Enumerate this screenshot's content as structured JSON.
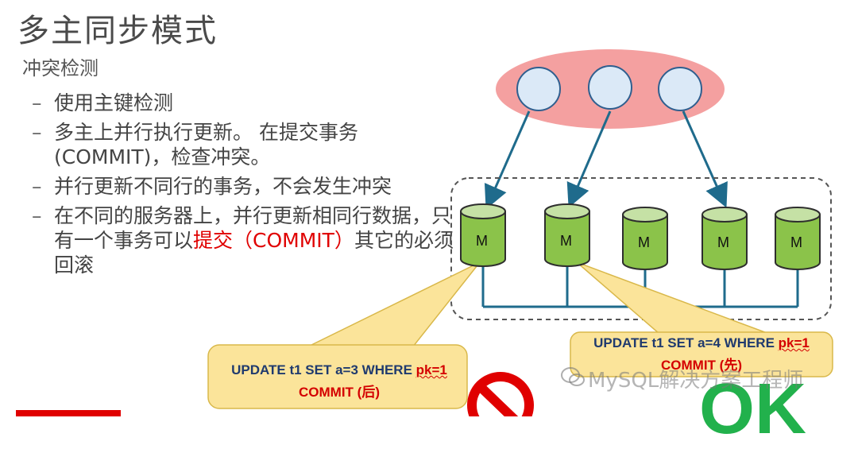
{
  "title": "多主同步模式",
  "subtitle": "冲突检测",
  "bullets": [
    {
      "text": "使用主键检测"
    },
    {
      "text": "多主上并行执行更新。 在提交事务(COMMIT)，检查冲突。"
    },
    {
      "text": "并行更新不同行的事务，不会发生冲突"
    },
    {
      "text_before": "在不同的服务器上，并行更新相同行数据，只有一个事务可以",
      "text_highlight": "提交（COMMIT）",
      "text_after": "其它的必须回滚"
    }
  ],
  "masters": [
    "M",
    "M",
    "M",
    "M",
    "M"
  ],
  "callout_left": {
    "sql_before": "UPDATE t1 SET a=3 WHERE ",
    "sql_pk": "pk=1",
    "commit": "COMMIT (后)"
  },
  "callout_right": {
    "sql_before": "UPDATE t1 SET a=4 WHERE ",
    "sql_pk": "pk=1",
    "commit": "COMMIT (先)"
  },
  "watermark": "MySQL解决方案工程师",
  "ok_text": "OK",
  "colors": {
    "cluster_fill": "#f08080",
    "client_fill": "#dbe9f7",
    "db_fill": "#8bc34a",
    "callout_fill": "#fbe49a",
    "arrow": "#1f6b8c"
  }
}
